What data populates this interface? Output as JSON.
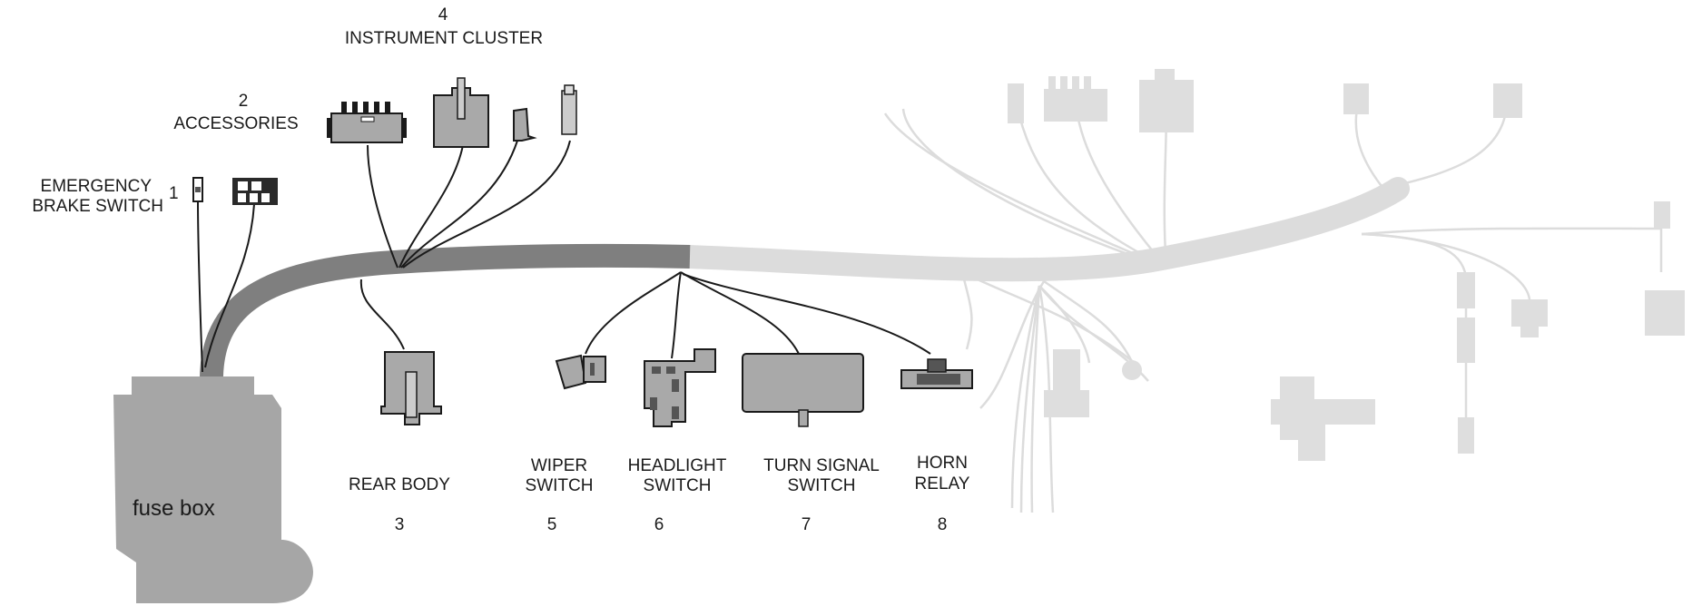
{
  "labels": {
    "l1": {
      "title": [
        "EMERGENCY",
        "BRAKE SWITCH"
      ],
      "number": "1"
    },
    "l2": {
      "number": "2",
      "title": "ACCESSORIES"
    },
    "l3": {
      "title": "REAR BODY",
      "number": "3"
    },
    "l4": {
      "number": "4",
      "title": "INSTRUMENT CLUSTER"
    },
    "l5": {
      "title": [
        "WIPER",
        "SWITCH"
      ],
      "number": "5"
    },
    "l6": {
      "title": [
        "HEADLIGHT",
        "SWITCH"
      ],
      "number": "6"
    },
    "l7": {
      "title": [
        "TURN SIGNAL",
        "SWITCH"
      ],
      "number": "7"
    },
    "l8": {
      "title": [
        "HORN",
        "RELAY"
      ],
      "number": "8"
    }
  },
  "fuse_box": {
    "label": "fuse box"
  },
  "colors": {
    "harness_active": "#7f7f7f",
    "harness_faded": "#dcdcdc",
    "connector": "#a9a9a9",
    "fuse_box": "#a6a6a6",
    "text": "#1a1a1a"
  }
}
